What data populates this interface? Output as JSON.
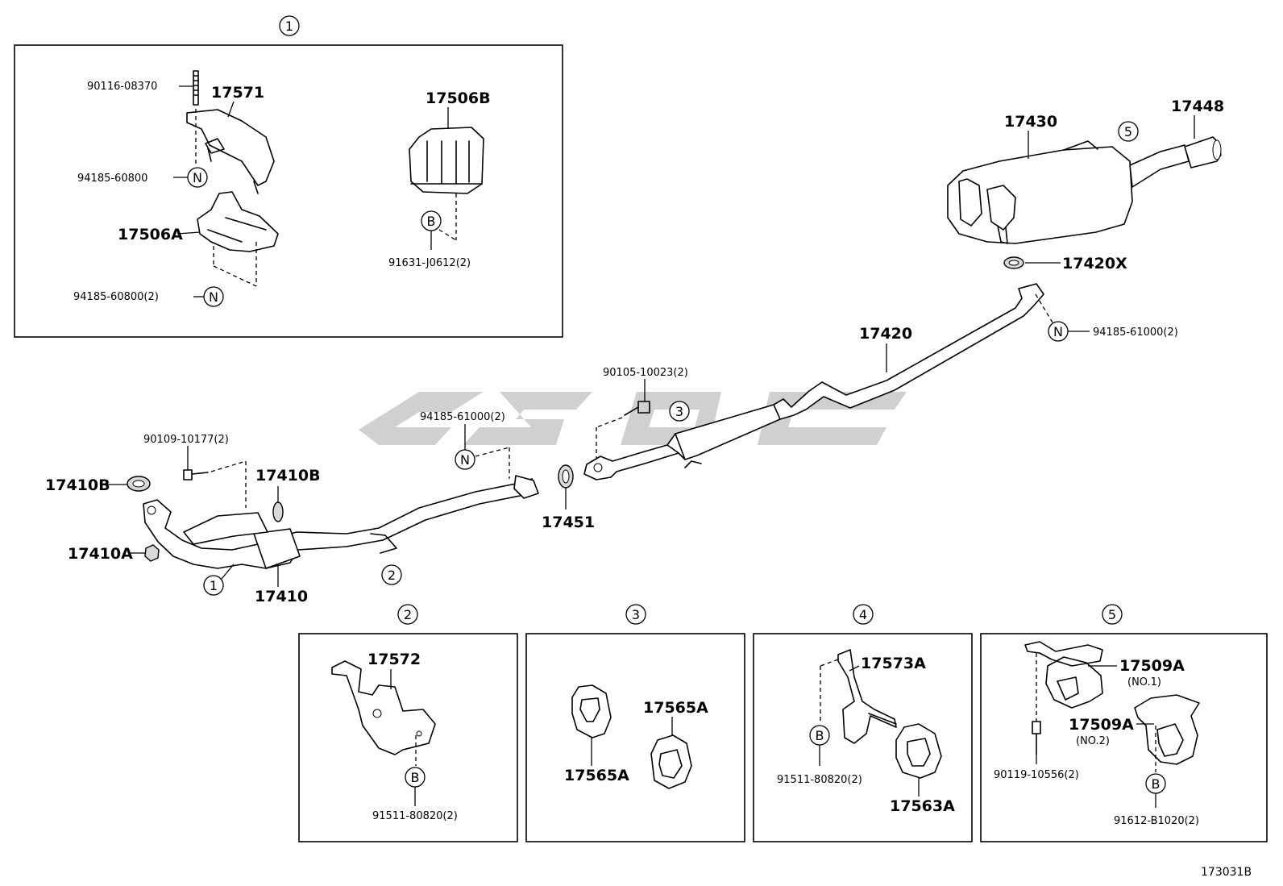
{
  "sections": {
    "s1": "1",
    "s2": "2",
    "s3": "3",
    "s4": "4",
    "s5": "5"
  },
  "markers": {
    "n": "N",
    "b": "B"
  },
  "box1": {
    "bolt": "90116-08370",
    "bracket_upper": "17571",
    "nut_upper": "94185-60800",
    "insulator_a": "17506A",
    "nut_lower": "94185-60800(2)",
    "insulator_b": "17506B",
    "bolt_b": "91631-J0612(2)"
  },
  "main": {
    "gasket_left": "17410B",
    "bolt_front": "90109-10177(2)",
    "gasket_right": "17410B",
    "nut_front": "17410A",
    "front_pipe": "17410",
    "nut_center": "94185-61000(2)",
    "gasket_center": "17451",
    "bolt_center": "90105-10023(2)",
    "center_pipe": "17420",
    "gasket_rear": "17420X",
    "nut_rear": "94185-61000(2)",
    "muffler": "17430",
    "tail_pipe": "17448"
  },
  "box2": {
    "bracket": "17572",
    "bolt": "91511-80820(2)"
  },
  "box3": {
    "support_a": "17565A",
    "support_b": "17565A"
  },
  "box4": {
    "bracket": "17573A",
    "bolt": "91511-80820(2)",
    "support": "17563A"
  },
  "box5": {
    "bracket_no1": "17509A",
    "no1": "(NO.1)",
    "bracket_no2": "17509A",
    "no2": "(NO.2)",
    "bolt_left": "90119-10556(2)",
    "bolt_bottom": "91612-B1020(2)"
  },
  "figure_id": "173031B"
}
